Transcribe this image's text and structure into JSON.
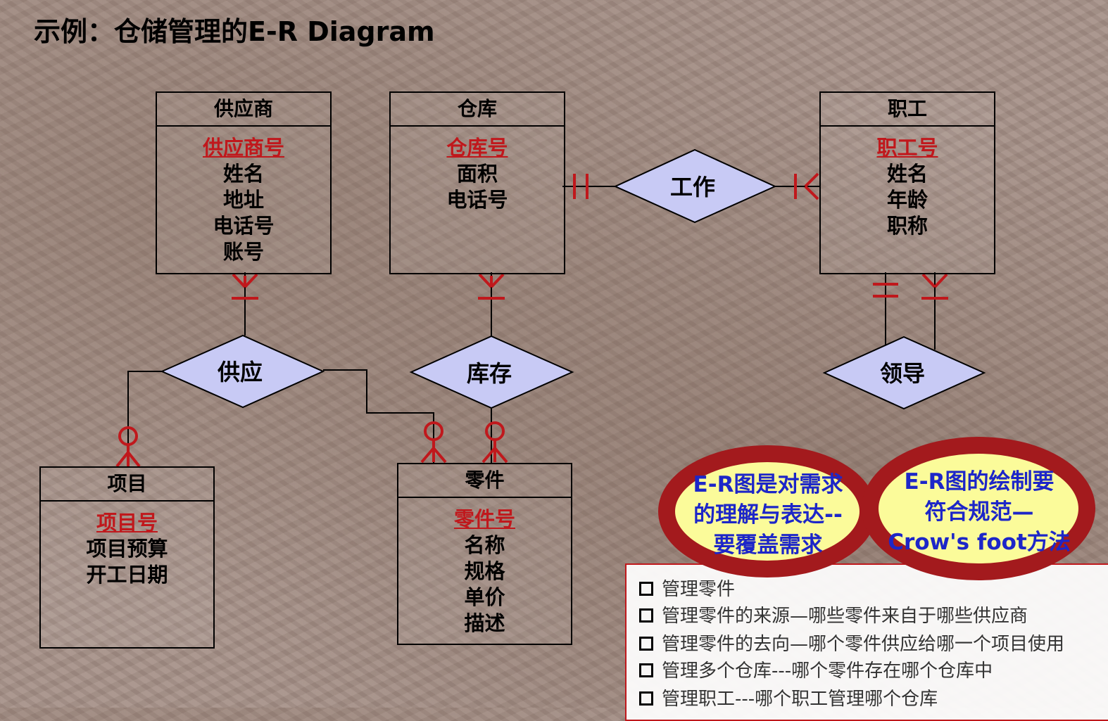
{
  "title": "示例：仓储管理的E-R Diagram",
  "entities": {
    "supplier": {
      "name": "供应商",
      "key": "供应商号",
      "attrs": [
        "姓名",
        "地址",
        "电话号",
        "账号"
      ]
    },
    "warehouse": {
      "name": "仓库",
      "key": "仓库号",
      "attrs": [
        "面积",
        "电话号"
      ]
    },
    "staff": {
      "name": "职工",
      "key": "职工号",
      "attrs": [
        "姓名",
        "年龄",
        "职称"
      ]
    },
    "project": {
      "name": "项目",
      "key": "项目号",
      "attrs": [
        "项目预算",
        "开工日期"
      ]
    },
    "part": {
      "name": "零件",
      "key": "零件号",
      "attrs": [
        "名称",
        "规格",
        "单价",
        "描述"
      ]
    }
  },
  "relationships": {
    "work": "工作",
    "supply": "供应",
    "stock": "库存",
    "lead": "领导"
  },
  "ovals": {
    "left": [
      "E-R图是对需求",
      "的理解与表达--",
      "要覆盖需求"
    ],
    "right": [
      "E-R图的绘制要",
      "符合规范—",
      "Crow's foot方法"
    ]
  },
  "notes": [
    "管理零件",
    "管理零件的来源—哪些零件来自于哪些供应商",
    "管理零件的去向—哪个零件供应给哪一个项目使用",
    "管理多个仓库---哪个零件存在哪个仓库中",
    "管理职工---哪个职工管理哪个仓库"
  ],
  "colors": {
    "diamond_fill": "#c8caf5",
    "crowfoot": "#c0181c",
    "key_text": "#c0181c",
    "oval_fill": "#fbfb9a",
    "oval_ring": "#a31a1d",
    "oval_text": "#1d26c8"
  }
}
